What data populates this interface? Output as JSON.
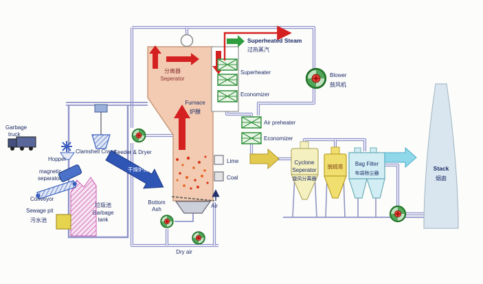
{
  "colors": {
    "pipe": "#8f92c9",
    "furnace_fill": "#f2cbb2",
    "steam_arrow_red": "#d42020",
    "flue_arrow_yellow": "#e2ca4e",
    "clean_gas_arrow_cyan": "#8fd8ea",
    "heat_exchanger_green": "#2f8f3a",
    "fan_green": "#49a04c",
    "feed_arrow_blue": "#2f55b5"
  },
  "labels": {
    "garbage_truck_1": "Garbage",
    "garbage_truck_2": "truck",
    "hopper": "Hopper",
    "magnetic_1": "magnetic",
    "magnetic_2": "separator",
    "conveyor": "Conveyor",
    "sewage_pit_en": "Sewage pit",
    "sewage_pit_cn": "污水池",
    "clamshell_crane": "Clamshell Crane",
    "garbage_tank_cn": "垃圾池",
    "garbage_tank_en_1": "Garbage",
    "garbage_tank_en_2": "tank",
    "feeder_dryer_en": "Feeder & Dryer",
    "feeder_dryer_cn": "干燥炉排",
    "separator_cn": "分离器",
    "separator_en": "Seperator",
    "furnace_en": "Furnace",
    "furnace_cn": "炉膛",
    "superheated_steam_en": "Superheated Steam",
    "superheated_steam_cn": "过热蒸汽",
    "superheater": "Superheater",
    "economizer_upper": "Economizer",
    "air_preheater": "Air preheater",
    "economizer_lower": "Economizer",
    "blower_en": "Blower",
    "blower_cn": "鼓风机",
    "cyclone_1": "Cyclone",
    "cyclone_2": "Seperator",
    "cyclone_cn": "旋风分离器",
    "desulfurizer_cn": "脱硫塔",
    "bag_filter_en": "Bag Filter",
    "bag_filter_cn": "布袋除尘器",
    "stack_en": "Stack",
    "stack_cn": "烟囱",
    "bottom_ash_1": "Bottom",
    "bottom_ash_2": "Ash",
    "lime": "Lime",
    "coal": "Coal",
    "air": "Air",
    "dry_air": "Dry air"
  }
}
